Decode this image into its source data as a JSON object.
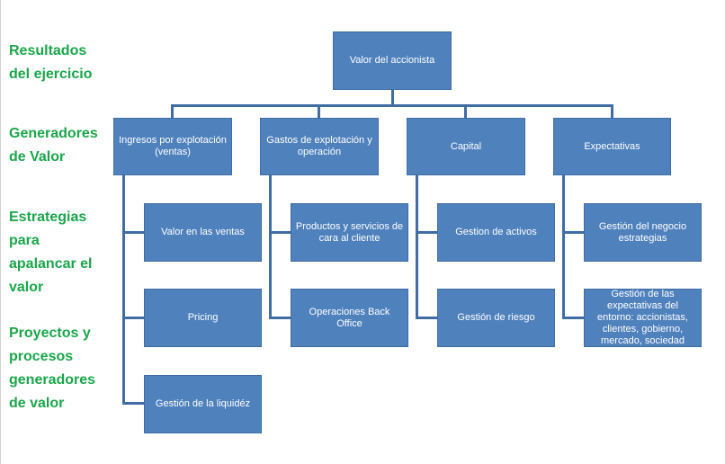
{
  "side_labels": {
    "resultados": "Resultados\ndel ejercicio",
    "generadores": "Generadores\nde Valor",
    "estrategias": "Estrategias\npara\napalancar el\nvalor",
    "proyectos": "Proyectos y\nprocesos\ngeneradores\nde valor"
  },
  "root": {
    "label": "Valor del accionista"
  },
  "generators": [
    {
      "label": "Ingresos por explotación (ventas)",
      "children": [
        "Valor en las ventas",
        "Pricing",
        "Gestión de la liquidéz"
      ]
    },
    {
      "label": "Gastos de explotación y operación",
      "children": [
        "Productos  y servicios de cara al cliente",
        "Operaciones Back Office"
      ]
    },
    {
      "label": "Capital",
      "children": [
        "Gestion de activos",
        "Gestión de riesgo"
      ]
    },
    {
      "label": "Expectativas",
      "children": [
        "Gestión del negocio estrategias",
        "Gestión de las expectativas del entorno: accionistas, clientes, gobierno, mercado, sociedad"
      ]
    }
  ],
  "colors": {
    "node_fill": "#4f81bd",
    "node_border": "#3f6da4",
    "connector": "#3f6da4",
    "label_green": "#1aa64a"
  }
}
